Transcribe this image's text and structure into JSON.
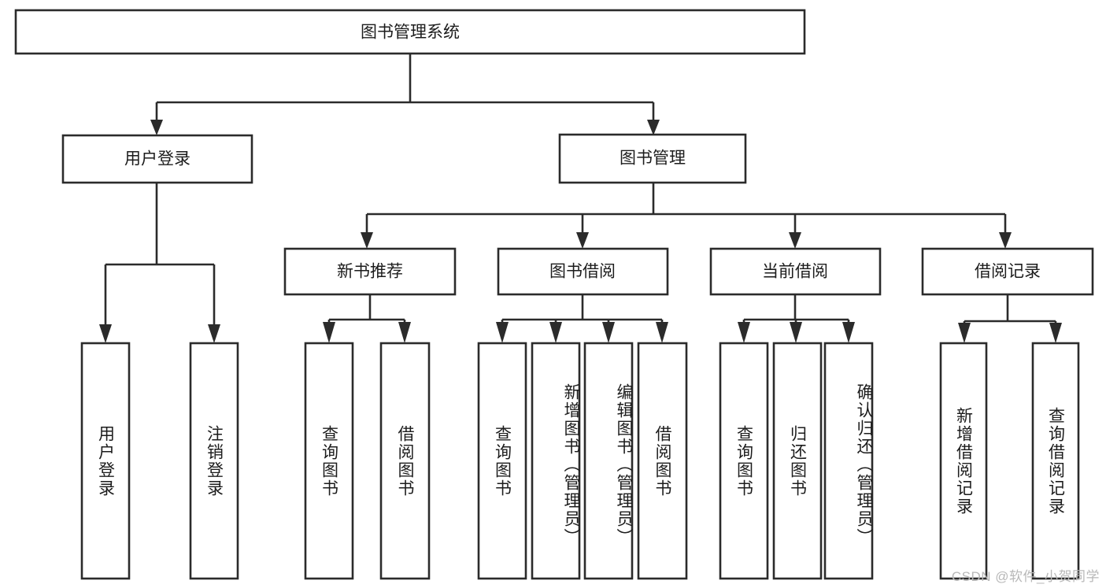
{
  "diagram": {
    "title": "图书管理系统",
    "watermark": "CSDN @软件_小贺同学",
    "colors": {
      "stroke": "#2b2b2b",
      "fill": "#ffffff",
      "text": "#1c1c1c",
      "watermark": "#b8b8b8"
    },
    "root": {
      "label": "图书管理系统"
    },
    "level2": [
      {
        "label": "用户登录"
      },
      {
        "label": "图书管理"
      }
    ],
    "level3": [
      {
        "label": "新书推荐"
      },
      {
        "label": "图书借阅"
      },
      {
        "label": "当前借阅"
      },
      {
        "label": "借阅记录"
      }
    ],
    "leaves": {
      "user_login": [
        {
          "label": "用户登录"
        },
        {
          "label": "注销登录"
        }
      ],
      "new_book_recommend": [
        {
          "label": "查询图书"
        },
        {
          "label": "借阅图书"
        }
      ],
      "book_borrow": [
        {
          "label": "查询图书"
        },
        {
          "label": "新增图书（管理员）"
        },
        {
          "label": "编辑图书（管理员）"
        },
        {
          "label": "借阅图书"
        }
      ],
      "current_borrow": [
        {
          "label": "查询图书"
        },
        {
          "label": "归还图书"
        },
        {
          "label": "确认归还（管理员）"
        }
      ],
      "borrow_record": [
        {
          "label": "新增借阅记录"
        },
        {
          "label": "查询借阅记录"
        }
      ]
    }
  }
}
